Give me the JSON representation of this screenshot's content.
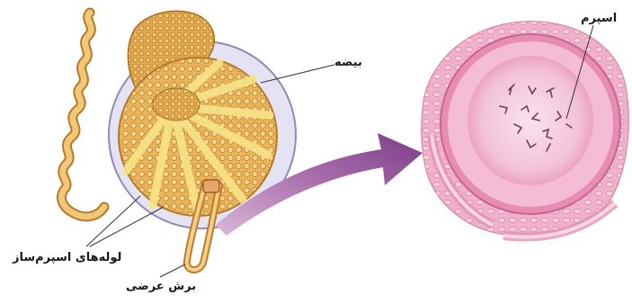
{
  "labels": {
    "testis": "بیضه",
    "seminiferous_tubules": "لوله‌های اسپرم‌ساز",
    "cross_section": "برش عرضی",
    "sperm": "اسپرم"
  },
  "colors": {
    "background": "#ffffff",
    "tubule_fill": "#e7b24f",
    "tubule_light": "#f1cf7e",
    "tubule_outline": "#b47a2a",
    "capsule": "#e3e2f2",
    "capsule_edge": "#8f8ab8",
    "arrow": "#8d4a94",
    "tissue_pink": "#f1a8c5",
    "tissue_pale": "#f6cfe0",
    "tissue_edge": "#cf6f98",
    "sperm_marks": "#7a3b5c"
  }
}
